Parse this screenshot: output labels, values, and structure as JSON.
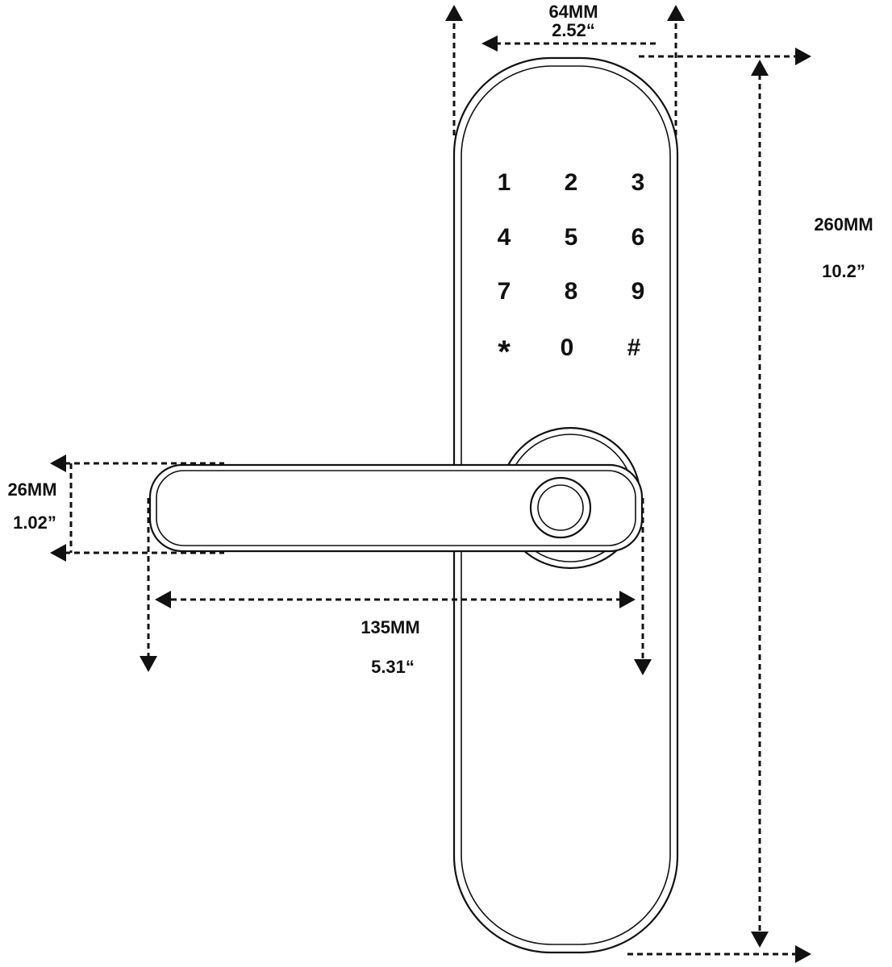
{
  "keypad": {
    "keys": [
      "1",
      "2",
      "3",
      "4",
      "5",
      "6",
      "7",
      "8",
      "9",
      "*",
      "0",
      "#"
    ]
  },
  "dimensions": {
    "width": {
      "metric": "64MM",
      "imperial": "2.52“"
    },
    "height": {
      "metric": "260MM",
      "imperial": "10.2”"
    },
    "handle_thickness": {
      "metric": "26MM",
      "imperial": "1.02”"
    },
    "handle_length": {
      "metric": "135MM",
      "imperial": "5.31“"
    }
  },
  "colors": {
    "line": "#111111",
    "background": "#ffffff"
  }
}
